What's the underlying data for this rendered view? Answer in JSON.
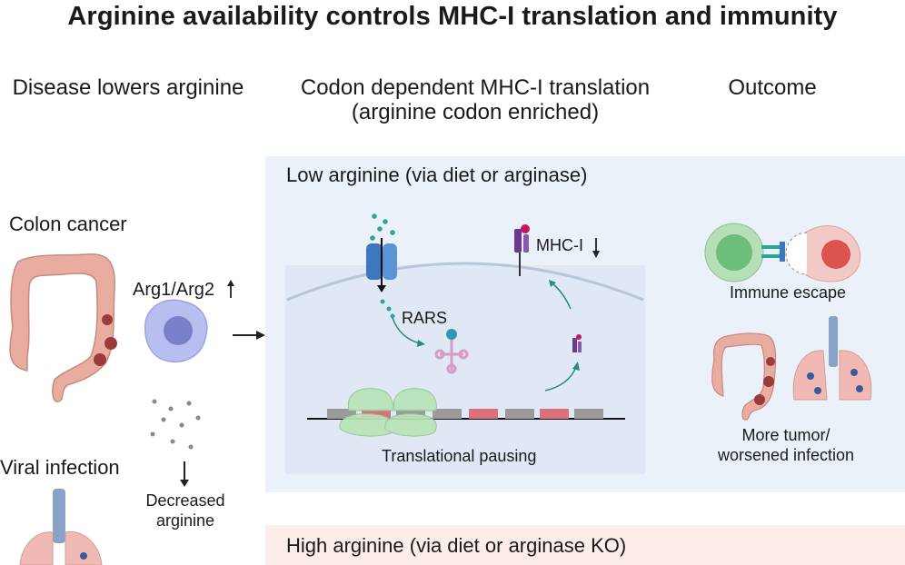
{
  "title": "Arginine availability controls MHC-I translation and immunity",
  "columns": {
    "disease": "Disease lowers arginine",
    "translation_line1": "Codon dependent MHC-I translation",
    "translation_line2": "(arginine codon enriched)",
    "outcome": "Outcome"
  },
  "left": {
    "colon_cancer": "Colon cancer",
    "arg_enzymes": "Arg1/Arg2",
    "decreased_line1": "Decreased",
    "decreased_line2": "arginine",
    "viral_infection": "Viral infection"
  },
  "low_panel": {
    "heading": "Low arginine (via diet or arginase)",
    "mhc_label": "MHC-I",
    "rars_label": "RARS",
    "pausing_label": "Translational pausing"
  },
  "outcomes": {
    "immune_escape": "Immune escape",
    "tumor_line1": "More tumor/",
    "tumor_line2": "worsened infection"
  },
  "high_panel": {
    "heading": "High arginine (via diet or arginase KO)"
  },
  "colors": {
    "low_panel_bg": "#eaf1f9",
    "high_panel_bg": "#fbeeea",
    "arginine_dot": "#2aa59a",
    "transporter": "#3b78c0",
    "mhc": "#6b3a8c",
    "colon": "#e8aca0",
    "tumor": "#9a3a3a",
    "ribosome": "#b9e3b8",
    "arg_codon": "#d9707a",
    "other_codon": "#9a9a9a"
  }
}
